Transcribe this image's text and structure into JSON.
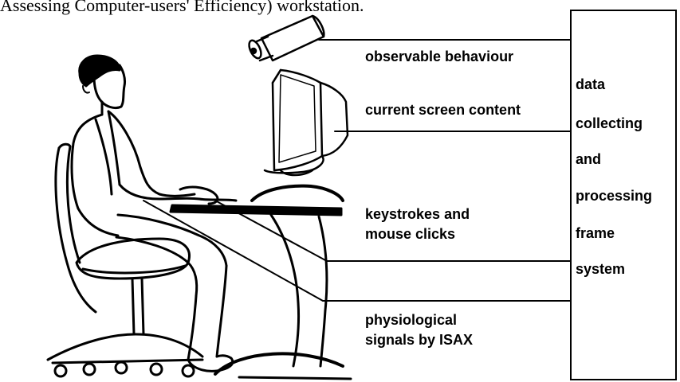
{
  "caption": "Assessing Computer-users' Efficiency) workstation.",
  "signals": {
    "observable_behaviour": "observable behaviour",
    "current_screen_content": "current screen content",
    "keystrokes_line1": "keystrokes and",
    "keystrokes_line2": "mouse clicks",
    "physiological_line1": "physiological",
    "physiological_line2": "signals by ISAX"
  },
  "frame_system": {
    "words": [
      "data",
      "collecting",
      "and",
      "processing",
      "frame",
      "system"
    ]
  },
  "icons": [
    "video-camera-icon",
    "crt-monitor-icon",
    "seated-user-figure",
    "office-chair-icon",
    "computer-desk-icon"
  ]
}
